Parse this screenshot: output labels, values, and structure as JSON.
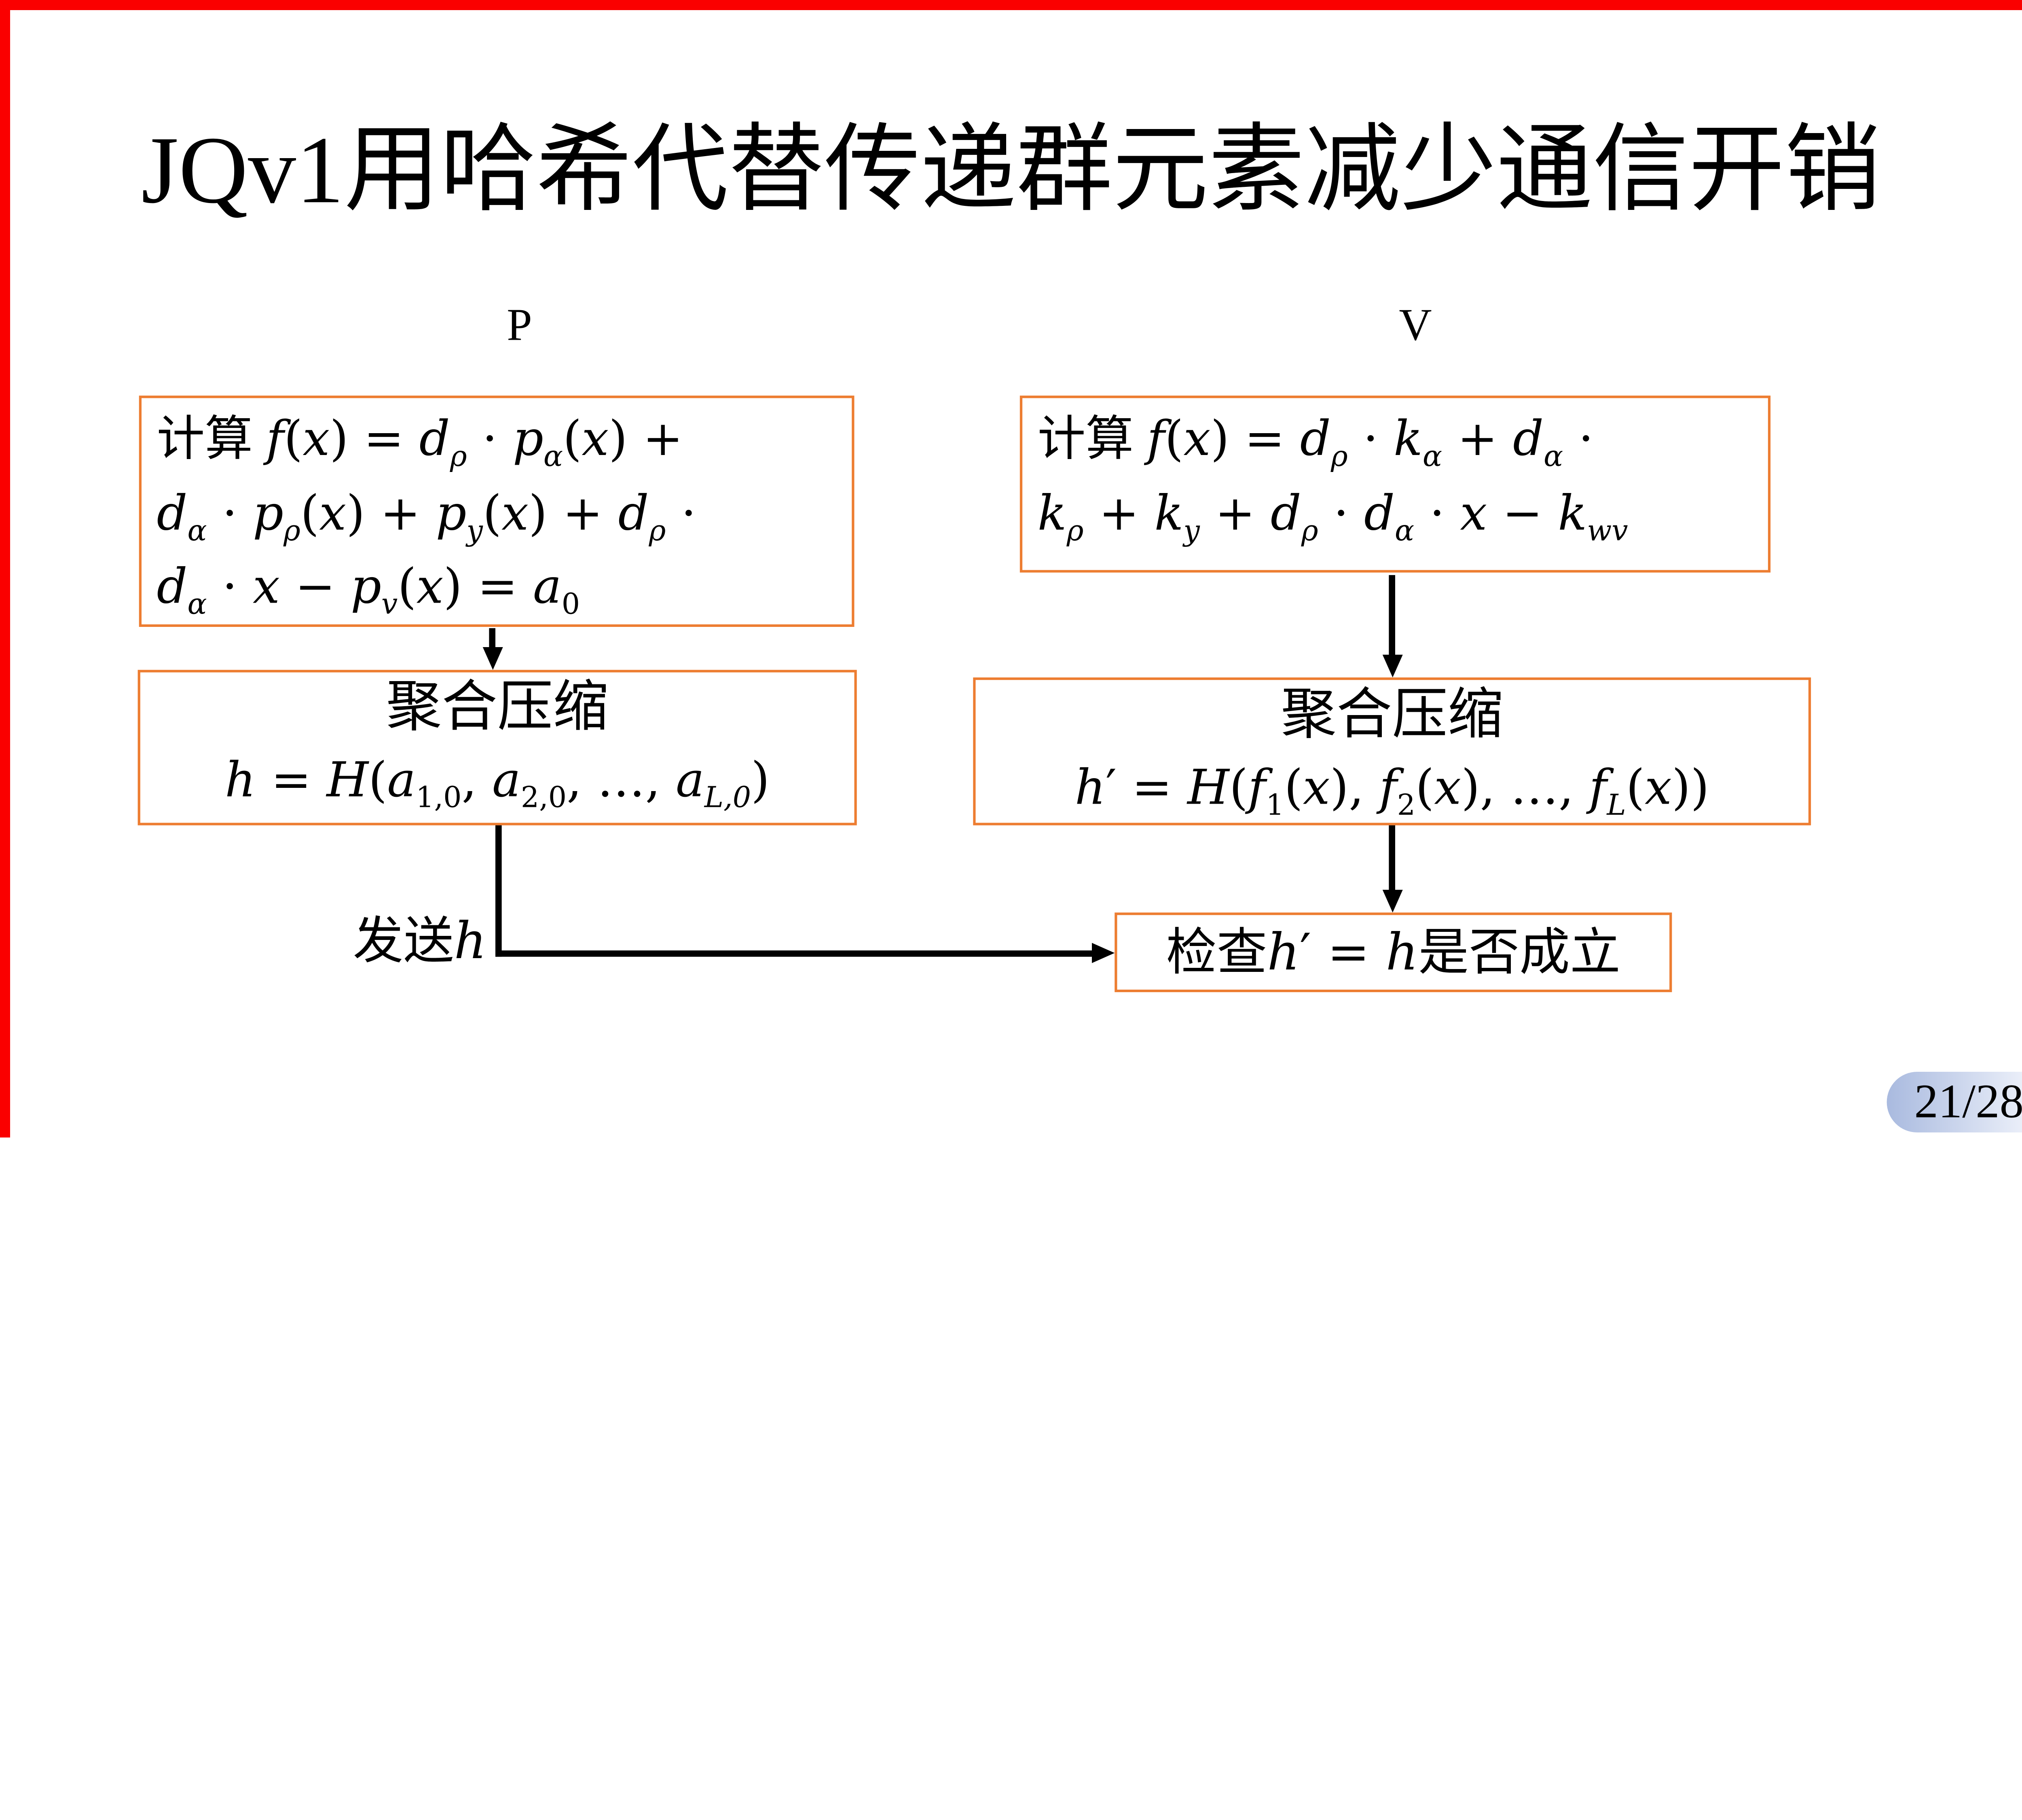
{
  "title": "JQv1用哈希代替传递群元素减少通信开销",
  "columns": {
    "left_label": "P",
    "right_label": "V"
  },
  "boxes": {
    "p_compute": {
      "lines": [
        "计算 *f*(*x*) = *d*_ρ_ · *p*_α_(*x*) +",
        "*d*_α_ · *p*_ρ_(*x*) + *p*_y_(*x*) + *d*_ρ_ ·",
        "*d*_α_ · *x* − *p*_v_(*x*) = *a*_0_"
      ]
    },
    "v_compute": {
      "lines": [
        "计算 *f*(*x*) = *d*_ρ_ · *k*_α_ + *d*_α_ ·",
        "*k*_ρ_ + *k*_y_ + *d*_ρ_ · *d*_α_ · *x* − *k*_wv_"
      ]
    },
    "p_aggregate": {
      "title": "聚合压缩",
      "formula": "*h* = *H*(*a*_1,0_, *a*_2,0_, …, *a*_L,0_)"
    },
    "v_aggregate": {
      "title": "聚合压缩",
      "formula": "*h*′ = *H*(*f*_1_(*x*), *f*_2_(*x*), …, *f*_L_(*x*))"
    },
    "check": {
      "formula": "检查*h*′ = *h*是否成立"
    }
  },
  "labels": {
    "send": "发送*h*"
  },
  "page_number": "21/28",
  "colors": {
    "box_border": "#ED7D31",
    "arrow": "#000000",
    "edge_red": "#FA0000",
    "pill_from": "#A9BADF",
    "pill_to": "#F0F3FB"
  }
}
